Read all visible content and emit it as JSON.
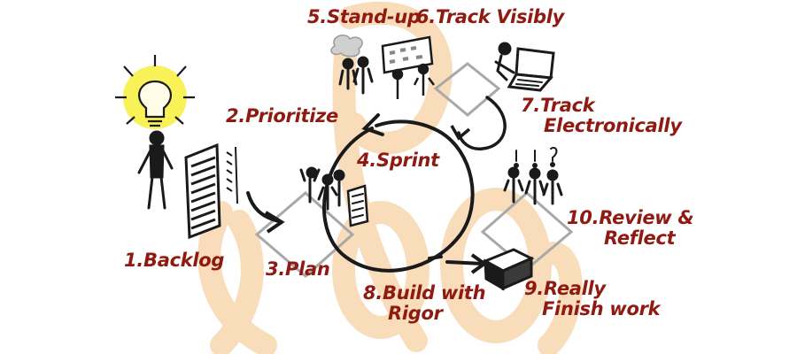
{
  "colors": {
    "label": "#8e1a12",
    "ink": "#1a1a1a",
    "watermark": "#f8d8b0",
    "lightbulb_glow": "#f7ee3a",
    "cloud": "#d0d0d0",
    "diamond": "#a8a8a8"
  },
  "steps": [
    {
      "number": "1.",
      "label": "Backlog"
    },
    {
      "number": "2.",
      "label": "Prioritize"
    },
    {
      "number": "3.",
      "label": "Plan"
    },
    {
      "number": "4.",
      "label": "Sprint"
    },
    {
      "number": "5.",
      "label": "Stand-up"
    },
    {
      "number": "6.",
      "label": "Track Visibly"
    },
    {
      "number": "7.",
      "label": "Track",
      "label_line2": "Electronically"
    },
    {
      "number": "8.",
      "label": "Build with",
      "label_line2": "Rigor"
    },
    {
      "number": "9.",
      "label": "Really",
      "label_line2": "Finish work"
    },
    {
      "number": "10.",
      "label": "Review &",
      "label_line2": "Reflect"
    }
  ],
  "icons": [
    "lightbulb-icon",
    "backlog-document-icon",
    "team-icon",
    "laptop-icon",
    "box-icon"
  ]
}
